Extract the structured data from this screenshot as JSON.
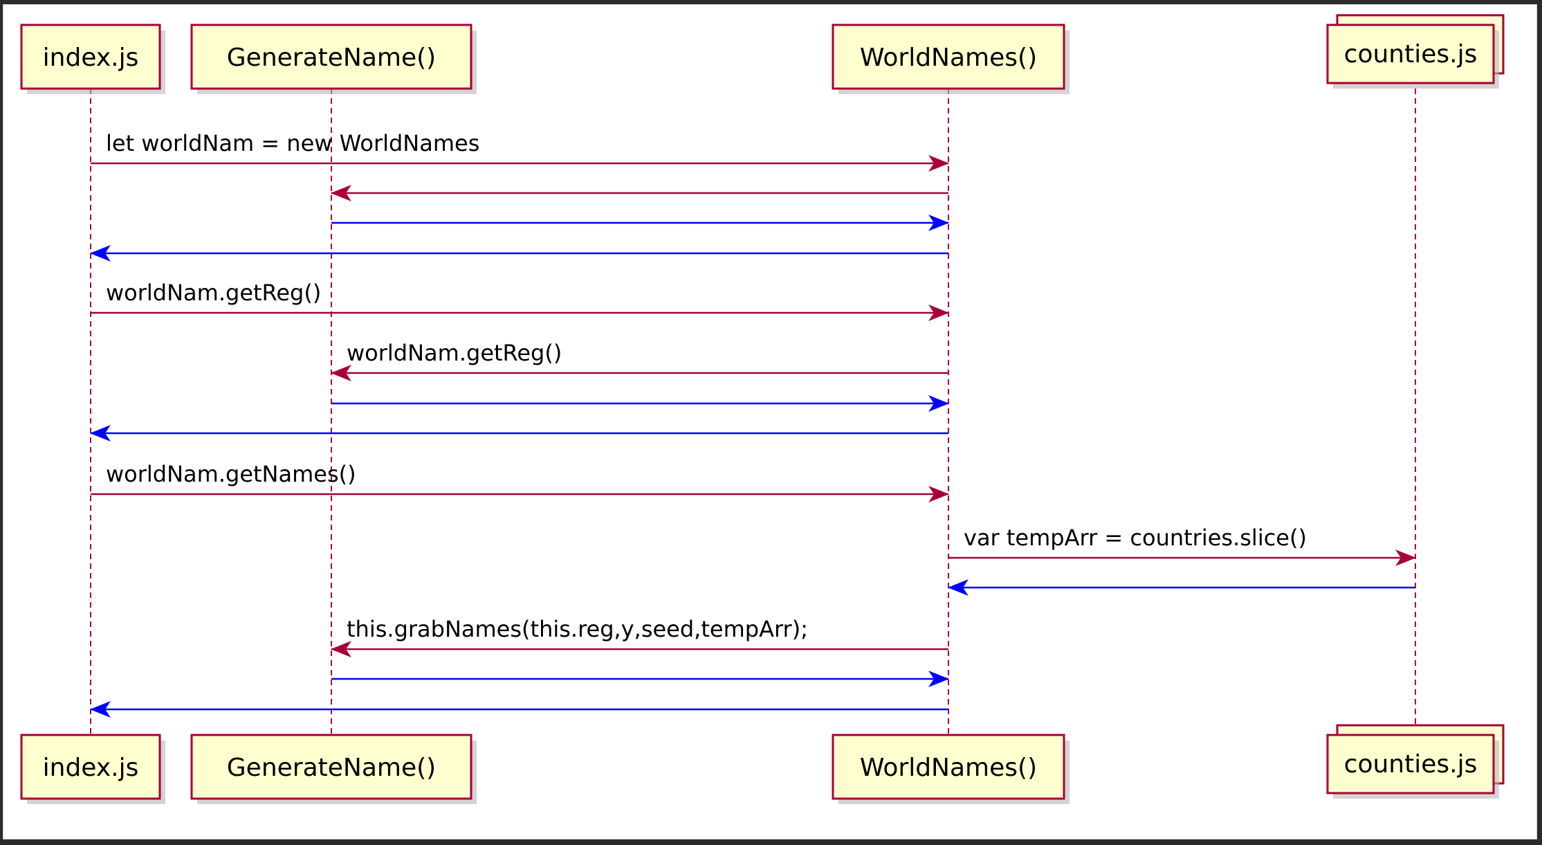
{
  "participants": [
    {
      "id": "index",
      "label": "index.js",
      "kind": "participant"
    },
    {
      "id": "gen",
      "label": "GenerateName()",
      "kind": "participant"
    },
    {
      "id": "world",
      "label": "WorldNames()",
      "kind": "participant"
    },
    {
      "id": "counties",
      "label": "counties.js",
      "kind": "collections"
    }
  ],
  "messages": [
    {
      "from": "index",
      "to": "world",
      "label": "let worldNam = new WorldNames",
      "color": "#a80036"
    },
    {
      "from": "world",
      "to": "gen",
      "label": "",
      "color": "#a80036"
    },
    {
      "from": "gen",
      "to": "world",
      "label": "",
      "color": "#0000ff"
    },
    {
      "from": "world",
      "to": "index",
      "label": "",
      "color": "#0000ff"
    },
    {
      "from": "index",
      "to": "world",
      "label": "worldNam.getReg()",
      "color": "#a80036"
    },
    {
      "from": "world",
      "to": "gen",
      "label": "worldNam.getReg()",
      "color": "#a80036"
    },
    {
      "from": "gen",
      "to": "world",
      "label": "",
      "color": "#0000ff"
    },
    {
      "from": "world",
      "to": "index",
      "label": "",
      "color": "#0000ff"
    },
    {
      "from": "index",
      "to": "world",
      "label": "worldNam.getNames()",
      "color": "#a80036"
    },
    {
      "from": "world",
      "to": "counties",
      "label": "var tempArr = countries.slice()",
      "color": "#a80036"
    },
    {
      "from": "counties",
      "to": "world",
      "label": "",
      "color": "#0000ff"
    },
    {
      "from": "world",
      "to": "gen",
      "label": "this.grabNames(this.reg,y,seed,tempArr);",
      "color": "#a80036"
    },
    {
      "from": "gen",
      "to": "world",
      "label": "",
      "color": "#0000ff"
    },
    {
      "from": "world",
      "to": "index",
      "label": "",
      "color": "#0000ff"
    }
  ],
  "colors": {
    "box_fill": "#fefece",
    "box_border": "#a80036",
    "lifeline": "#a80036",
    "call_arrow": "#a80036",
    "return_arrow": "#0000ff",
    "text": "#000000"
  }
}
